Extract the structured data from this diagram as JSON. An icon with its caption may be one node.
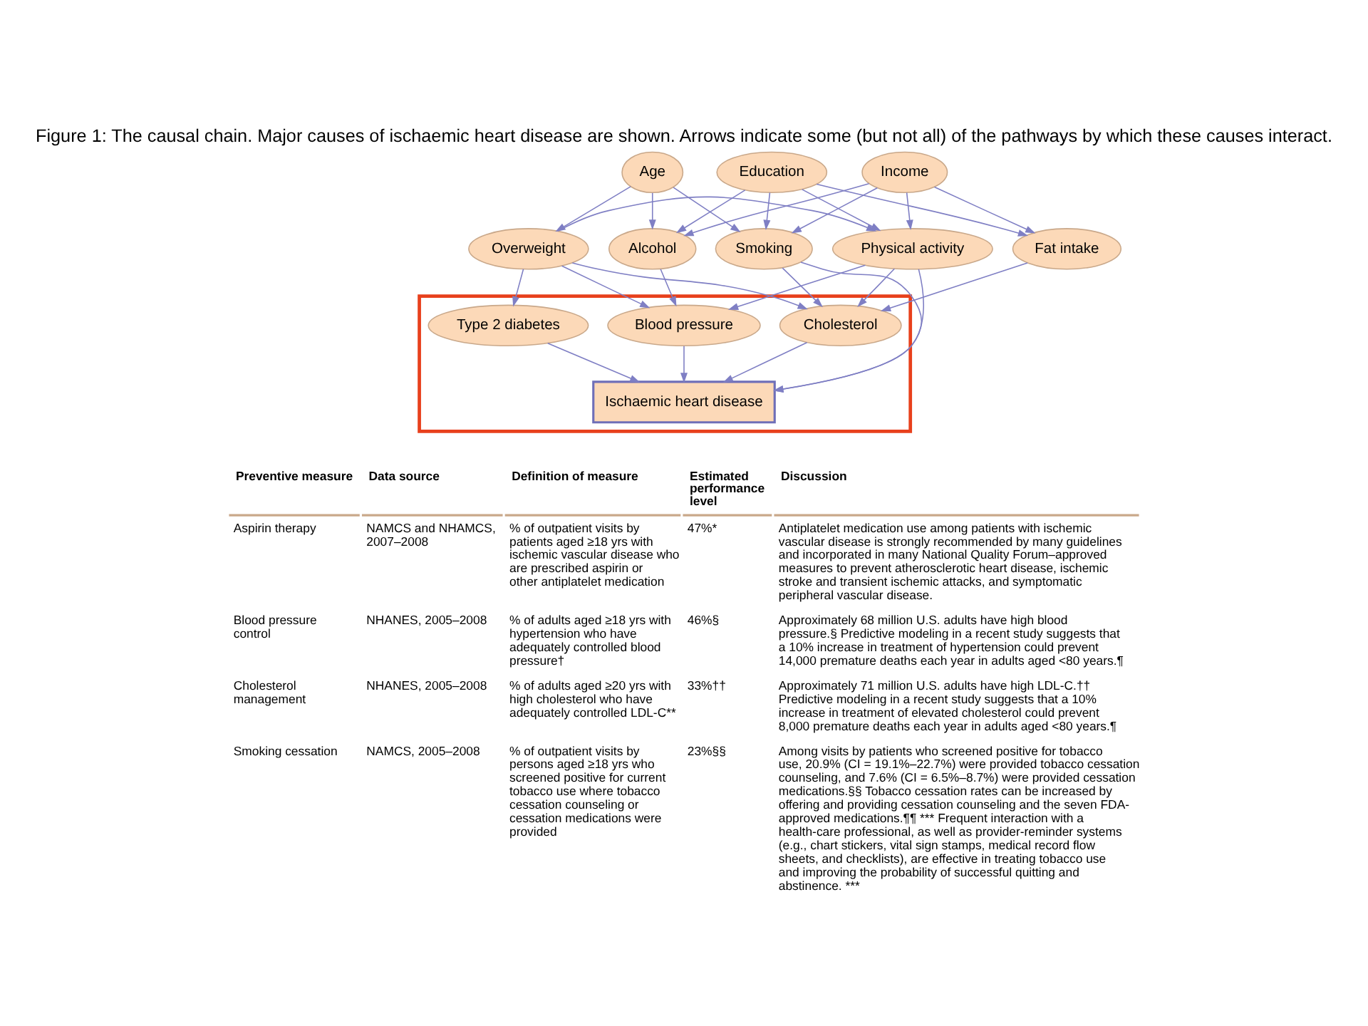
{
  "diagram": {
    "title": "Figure 1: The causal chain. Major causes of ischaemic heart disease are shown. Arrows indicate some (but not all) of the pathways by which these causes interact.",
    "nodes": [
      {
        "text": [
          "Age"
        ]
      },
      {
        "text": [
          "Education"
        ]
      },
      {
        "text": [
          "Income"
        ]
      },
      {
        "text": [
          "Physical activity"
        ]
      },
      {
        "text": [
          "Fat intake"
        ]
      },
      {
        "text": [
          "Overweight"
        ]
      },
      {
        "text": [
          "Alcohol"
        ]
      },
      {
        "text": [
          "Smoking"
        ]
      },
      {
        "text": [],
        "shape": "box"
      },
      {
        "text": [
          "Type 2 diabetes"
        ],
        "in": 8
      },
      {
        "text": [
          "Cholesterol"
        ],
        "in": 8
      },
      {
        "text": [
          "Blood pressure"
        ],
        "in": 8
      },
      {
        "text": [
          "Ischaemic heart disease"
        ],
        "in": 8
      }
    ],
    "edges": [
      {
        "from": 0,
        "to": 5,
        "arrow": "to"
      },
      {
        "from": 0,
        "to": 6,
        "arrow": "to"
      },
      {
        "from": 0,
        "to": 7,
        "arrow": "to"
      },
      {
        "from": 1,
        "to": 3,
        "arrow": "to"
      },
      {
        "from": 1,
        "to": 4,
        "arrow": "to"
      },
      {
        "from": 1,
        "to": 6,
        "arrow": "to"
      },
      {
        "from": 1,
        "to": 7,
        "arrow": "to"
      },
      {
        "from": 2,
        "to": 3,
        "arrow": "to"
      },
      {
        "from": 2,
        "to": 4,
        "arrow": "to"
      },
      {
        "from": 2,
        "to": 6,
        "arrow": "to"
      },
      {
        "from": 2,
        "to": 7,
        "arrow": "to"
      },
      {
        "from": 5,
        "to": 3,
        "arrow": "to"
      },
      {
        "from": 3,
        "to": 12,
        "arrow": "to"
      },
      {
        "from": 3,
        "to": 10,
        "arrow": "to"
      },
      {
        "from": 3,
        "to": 11,
        "arrow": "to"
      },
      {
        "from": 4,
        "to": 10,
        "arrow": "to"
      },
      {
        "from": 5,
        "to": 9,
        "arrow": "to"
      },
      {
        "from": 5,
        "to": 10,
        "arrow": "to"
      },
      {
        "from": 5,
        "to": 11,
        "arrow": "to"
      },
      {
        "from": 6,
        "to": 11,
        "arrow": "to"
      },
      {
        "from": 7,
        "to": 10,
        "arrow": "to"
      },
      {
        "from": 7,
        "to": 12,
        "arrow": "to"
      },
      {
        "from": 9,
        "to": 12,
        "arrow": "to"
      },
      {
        "from": 10,
        "to": 12,
        "arrow": "to"
      },
      {
        "from": 11,
        "to": 12,
        "arrow": "to"
      }
    ],
    "labels": [
      "Preventive measure",
      "Data source",
      "Definition of measure",
      "Estimated performance level",
      "Discussion",
      "Aspirin therapy",
      "NAMCS and NHAMCS, 2007–2008",
      "% of outpatient visits by patients aged ≥18 yrs with ischemic vascular disease who are prescribed aspirin or other antiplatelet medication",
      "47%*",
      "Antiplatelet medication use among patients with ischemic vascular disease is strongly recommended by many guidelines and incorporated in many National Quality Forum–approved measures to prevent atherosclerotic heart disease, ischemic stroke and transient ischemic attacks, and symptomatic peripheral vascular disease.",
      "Blood pressure control",
      "NHANES, 2005–2008",
      "% of adults aged ≥18 yrs with hypertension who have adequately controlled blood pressure†",
      "46%§",
      "Approximately 68 million U.S. adults have high blood pressure.§ Predictive modeling in a recent study suggests that a 10% increase in treatment of hypertension could prevent 14,000 premature deaths each year in adults aged <80 years.¶",
      "Cholesterol management",
      "NHANES, 2005–2008",
      "% of adults aged ≥20 yrs with high cholesterol who have adequately controlled LDL-C**",
      "33%††",
      "Approximately 71 million U.S. adults have high LDL-C.†† Predictive modeling in a recent study suggests that a 10% increase in treatment of elevated cholesterol could prevent 8,000 premature deaths each year in adults aged <80 years.¶",
      "Smoking cessation",
      "NAMCS, 2005–2008",
      "% of outpatient visits by persons aged ≥18 yrs who screened positive for current tobacco use where tobacco cessation counseling or cessation medications were provided",
      "23%§§",
      "Among visits by patients who screened positive for tobacco use, 20.9% (CI = 19.1%–22.7%) were provided tobacco cessation counseling, and 7.6% (CI = 6.5%–8.7%) were provided cessation medications.§§ Tobacco cessation rates can be increased by offering and providing cessation counseling and the seven FDA-approved medications.¶¶ *** Frequent interaction with a health-care professional, as well as provider-reminder systems (e.g., chart stickers, vital sign stamps, medical record flow sheets, and checklists), are effective in treating tobacco use and improving the probability of successful quitting and abstinence. ***"
    ]
  }
}
